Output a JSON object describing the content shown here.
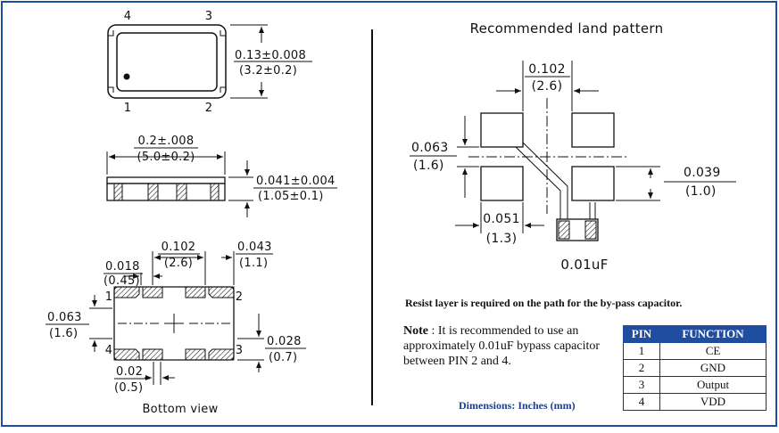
{
  "package_top": {
    "pin_labels": {
      "p4": "4",
      "p3": "3",
      "p1": "1",
      "p2": "2"
    },
    "height_in": "0.13±0.008",
    "height_mm": "(3.2±0.2)"
  },
  "package_side": {
    "width_in": "0.2±.008",
    "width_mm": "(5.0±0.2)",
    "thickness_in": "0.041±0.004",
    "thickness_mm": "(1.05±0.1)"
  },
  "bottom_view": {
    "pad_pitch_in": "0.102",
    "pad_pitch_mm": "(2.6)",
    "edge_in": "0.043",
    "edge_mm": "(1.1)",
    "pad_width_in": "0.018",
    "pad_width_mm": "(0.45)",
    "pad_row_in": "0.063",
    "pad_row_mm": "(1.6)",
    "pad_height_in": "0.028",
    "pad_height_mm": "(0.7)",
    "gap_in": "0.02",
    "gap_mm": "(0.5)",
    "pin_labels": {
      "p1": "1",
      "p2": "2",
      "p3": "3",
      "p4": "4"
    },
    "caption": "Bottom view"
  },
  "land_pattern": {
    "title": "Recommended land pattern",
    "pitch_in": "0.102",
    "pitch_mm": "(2.6)",
    "row_in": "0.063",
    "row_mm": "(1.6)",
    "pad_h_in": "0.039",
    "pad_h_mm": "(1.0)",
    "pad_w_in": "0.051",
    "pad_w_mm": "(1.3)",
    "capacitor": "0.01uF"
  },
  "resist_note": "Resist layer is required on the path for the by-pass capacitor.",
  "note": {
    "label": "Note",
    "text": " : It is recommended to use an approximately 0.01uF bypass capacitor between PIN 2 and 4."
  },
  "dimensions_note": "Dimensions: Inches (mm)",
  "pin_table": {
    "headers": [
      "PIN",
      "FUNCTION"
    ],
    "rows": [
      {
        "pin": "1",
        "function": "CE"
      },
      {
        "pin": "2",
        "function": "GND"
      },
      {
        "pin": "3",
        "function": "Output"
      },
      {
        "pin": "4",
        "function": "VDD"
      }
    ]
  },
  "colors": {
    "frame": "#1f4ea0",
    "header": "#1f4ea0",
    "dims_note": "#1f3e8a"
  }
}
